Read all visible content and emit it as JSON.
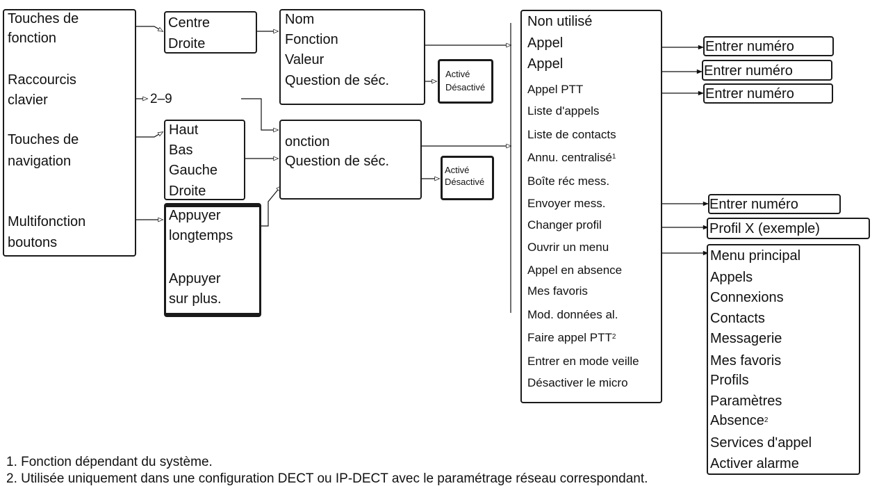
{
  "col1": {
    "function_keys": [
      "Touches de",
      "fonction"
    ],
    "keyboard_shortcuts": [
      "Raccourcis",
      "clavier"
    ],
    "navigation_keys": [
      "Touches de",
      "navigation"
    ],
    "multifunction_buttons": [
      "Multifonction",
      "boutons"
    ]
  },
  "center_right": [
    "Centre",
    "Droite"
  ],
  "params_box": [
    "Nom",
    "Fonction",
    "Valeur",
    "Question de séc."
  ],
  "toggle_top": [
    "Activé",
    "Désactivé"
  ],
  "shortcut_range": "2–9",
  "directions": [
    "Haut",
    "Bas",
    "Gauche",
    "Droite"
  ],
  "press_options": [
    "Appuyer",
    "longtemps",
    "Appuyer",
    "sur plus."
  ],
  "function_box": [
    "onction",
    "Question de séc."
  ],
  "toggle_bottom": [
    "Activé",
    "Désactivé"
  ],
  "functions_list": {
    "items": [
      "Non utilisé",
      "Appel",
      "Appel",
      "Appel PTT",
      "Liste d'appels",
      "Liste de contacts",
      "Annu. centralisé",
      "Boîte réc mess.",
      "Envoyer mess.",
      "Changer profil",
      "Ouvrir un menu",
      "Appel en absence",
      "Mes favoris",
      "Mod. données al.",
      "Faire appel PTT",
      "Entrer en mode veille",
      "Désactiver le micro"
    ],
    "sup_annu": "1",
    "sup_ptt": "2"
  },
  "enter_number": [
    "Entrer numéro",
    "Entrer numéro",
    "Entrer numéro",
    "Entrer numéro"
  ],
  "profile_example": "Profil X (exemple)",
  "menu_list": {
    "items": [
      "Menu principal",
      "Appels",
      "Connexions",
      "Contacts",
      "Messagerie",
      "Mes favoris",
      "Profils",
      "Paramètres",
      "Absence",
      "Services d'appel",
      "Activer alarme"
    ],
    "sup_absence": "2"
  },
  "footnotes": [
    "1. Fonction dépendant du système.",
    "2. Utilisée uniquement dans une configuration DECT ou IP-DECT avec le paramétrage réseau correspondant."
  ]
}
